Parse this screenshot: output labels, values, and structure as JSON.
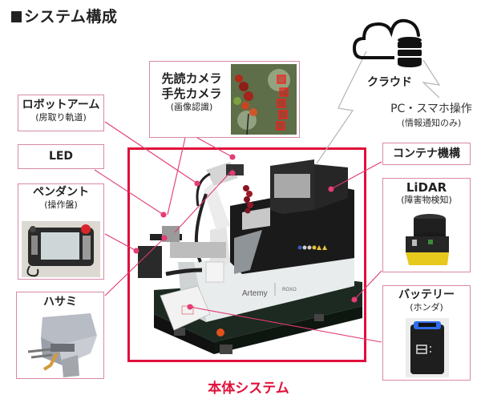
{
  "title": "システム構成",
  "colors": {
    "accent_red": "#e0103a",
    "box_border": "#d889a8",
    "leader_line": "#e03a70",
    "wireless_line": "#b8b8b8"
  },
  "components": {
    "robot_arm": {
      "label": "ロボットアーム",
      "sub": "(房取り軌道)"
    },
    "led": {
      "label": "LED"
    },
    "pendant": {
      "label": "ペンダント",
      "sub": "(操作盤)"
    },
    "scissors": {
      "label": "ハサミ"
    },
    "camera": {
      "label1": "先読カメラ",
      "label2": "手先カメラ",
      "sub": "(画像認識)"
    },
    "container": {
      "label": "コンテナ機構"
    },
    "lidar": {
      "label": "LiDAR",
      "sub": "(障害物検知)"
    },
    "battery": {
      "label": "バッテリー",
      "sub": "(ホンダ)"
    }
  },
  "cloud": {
    "label": "クラウド",
    "icon": "cloud-database-icon"
  },
  "pc": {
    "label": "PC・スマホ操作",
    "sub": "(情報通知のみ)"
  },
  "main_system": {
    "caption": "本体システム",
    "brand": "Artemy",
    "model": "ROXO"
  }
}
